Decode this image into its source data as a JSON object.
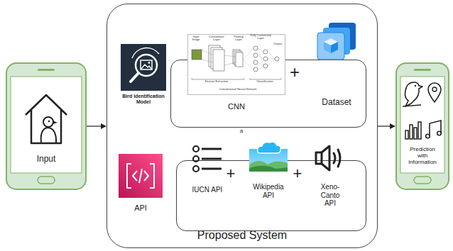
{
  "diagram": {
    "nodes": [
      {
        "text": [
          "Input"
        ]
      },
      {
        "text": [
          "Proposed System"
        ]
      },
      {
        "text": [
          "Bird Identification Model"
        ],
        "in": 1
      },
      {
        "text": [
          "+"
        ],
        "in": 1
      },
      {
        "text": [
          "CNN"
        ],
        "in": 3
      },
      {
        "text": [
          "Dataset"
        ],
        "in": 3
      },
      {
        "text": [
          "API"
        ],
        "in": 1
      },
      {
        "text": [
          "+",
          "+"
        ],
        "in": 1
      },
      {
        "text": [
          "IUCN API"
        ],
        "in": 7
      },
      {
        "text": [
          "Wikipedia API"
        ],
        "in": 7
      },
      {
        "text": [
          "Xeno-Canto API"
        ],
        "in": 7
      },
      {
        "text": [
          "Prediction with information"
        ]
      }
    ],
    "edges": [
      {
        "from": 0,
        "to": 1,
        "arrow": "to"
      },
      {
        "from": 1,
        "to": 11,
        "arrow": "to"
      }
    ],
    "labels": [
      "a",
      "Input Image",
      "Convolution Layer",
      "Pooling Layer",
      "Fully Connected Layer",
      "Output",
      "Feature Extraction",
      "Classification",
      "Convolutional Neural Network"
    ]
  }
}
